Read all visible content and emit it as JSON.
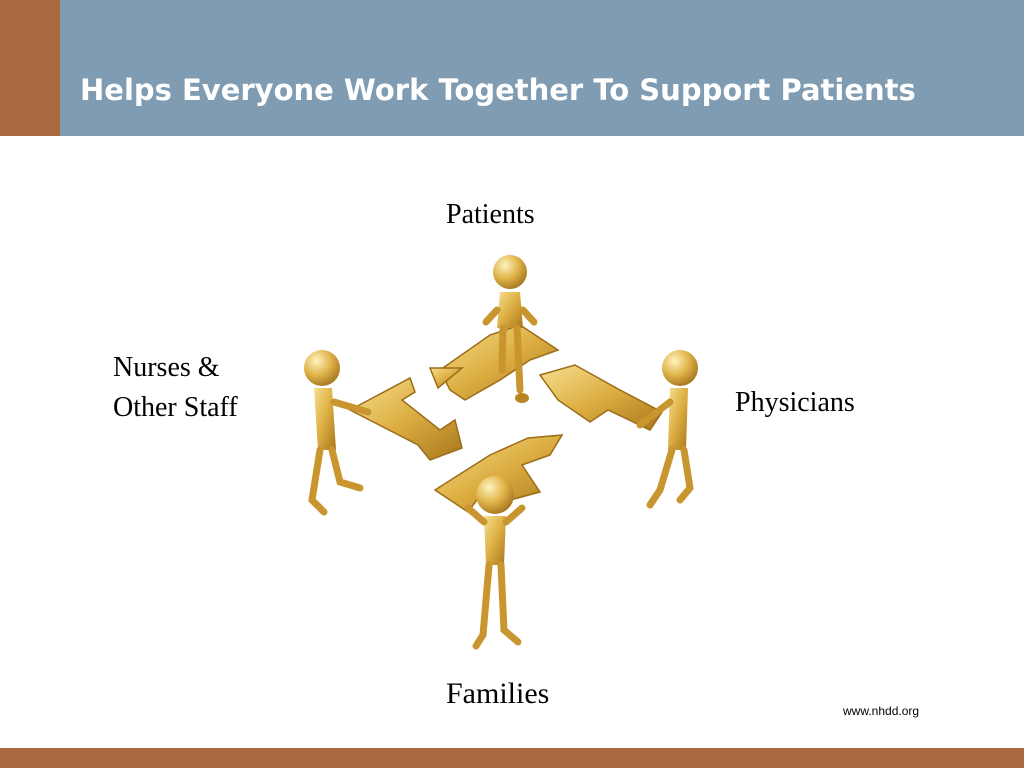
{
  "slide": {
    "title": "Helps Everyone Work Together To Support Patients",
    "footer_url": "www.nhdd.org"
  },
  "diagram": {
    "labels": {
      "top": "Patients",
      "left_line1": "Nurses &",
      "left_line2": "Other Staff",
      "right": "Physicians",
      "bottom": "Families"
    },
    "illustration": "four gold figures holding interlocking arrows"
  },
  "colors": {
    "header_band": "#7f9cb2",
    "accent_brown": "#a96a3f",
    "title_text": "#ffffff",
    "gold_light": "#f3d77e",
    "gold_mid": "#d9a93a",
    "gold_dark": "#a8761c"
  }
}
